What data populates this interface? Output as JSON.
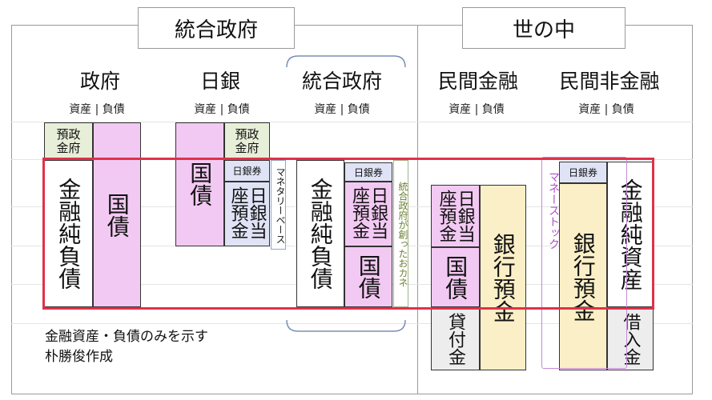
{
  "titles": {
    "left": "統合政府",
    "right": "世の中"
  },
  "columns": {
    "gov": "政府",
    "boj": "日銀",
    "ig": "統合政府",
    "fin": "民間金融",
    "nonfin": "民間非金融"
  },
  "asset_liability": "資産 | 負債",
  "blocks": {
    "gov_deposit": "預政\n金府",
    "boj_gov_deposit": "預政\n金府",
    "boj_note": "日銀券",
    "ig_note": "日銀券",
    "nf_note": "日銀券",
    "net_fin_liab": "金融純負債",
    "net_fin_liab_ig": "金融純負債",
    "jgb": "国債",
    "jgb_boj": "国債",
    "jgb_ig": "国債",
    "jgb_fin": "国債",
    "current_acct_boj": "日銀当座預金",
    "current_acct_ig": "日銀当座預金",
    "current_acct_fin": "日銀当座預金",
    "bank_deposit_fin": "銀行預金",
    "bank_deposit_nf": "銀行預金",
    "loans": "貸付金",
    "borrowing": "借入金",
    "net_fin_asset": "金融純資産"
  },
  "side_labels": {
    "monetary_base": "マネタリーベース",
    "ig_money": "統合政府が創ったおカネ",
    "money_stock": "マネーストック"
  },
  "notes": {
    "line1": "金融資産・負債のみを示す",
    "line2": "朴勝俊作成"
  },
  "colors": {
    "pink": "#f2c9f2",
    "cream": "#fbefc7",
    "green": "#e8efd9",
    "blue": "#dfe3f5",
    "gray": "#ededed",
    "highlight": "#e0314a"
  }
}
